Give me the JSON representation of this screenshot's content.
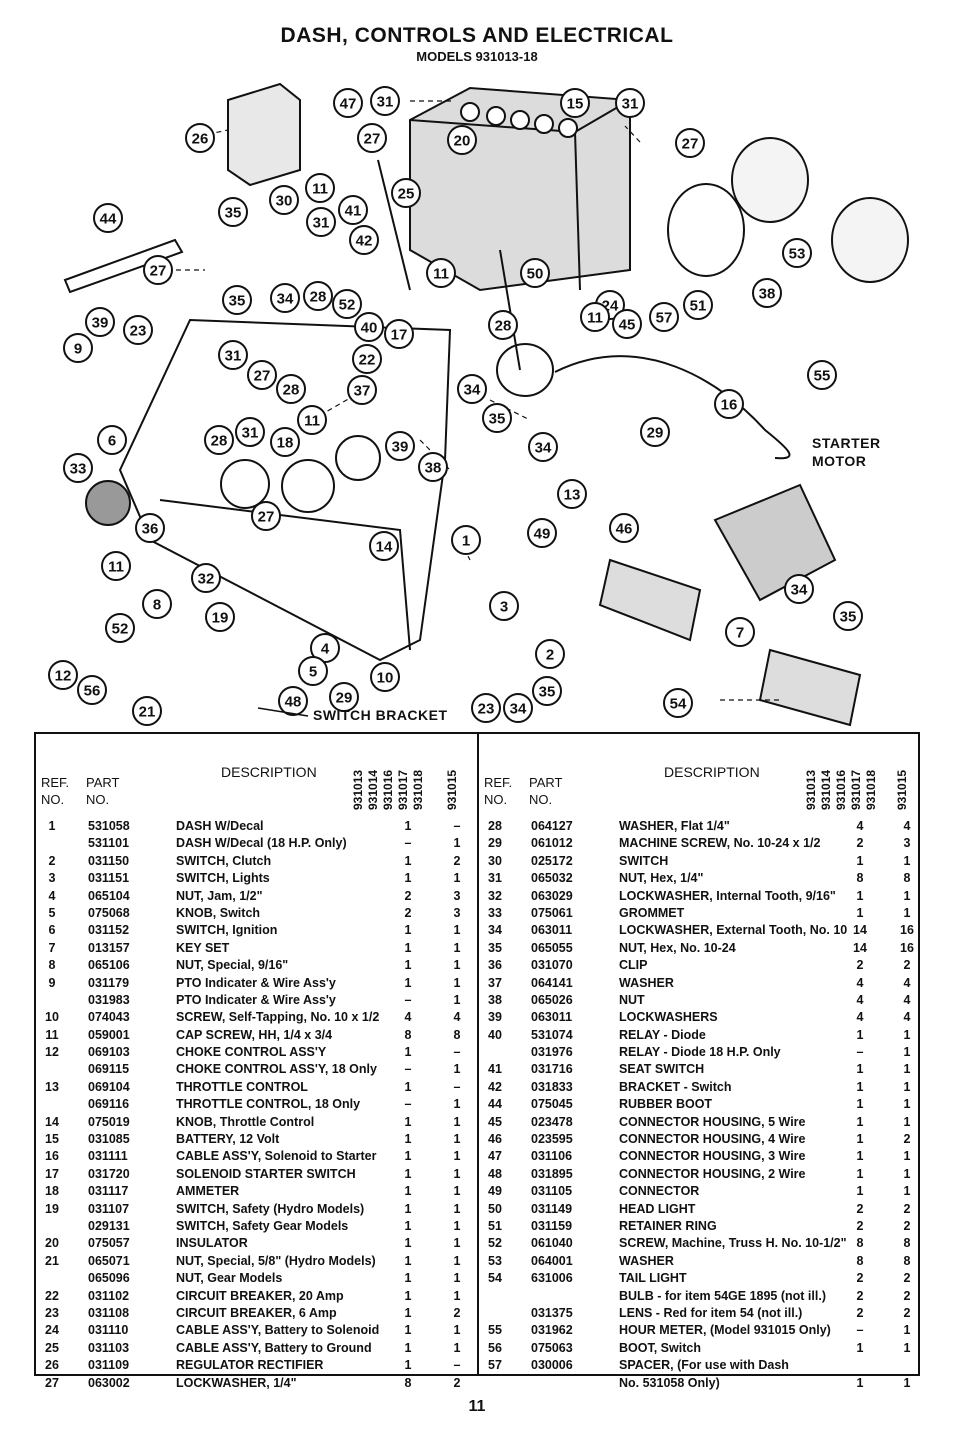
{
  "header": {
    "title": "DASH, CONTROLS AND ELECTRICAL",
    "subtitle": "MODELS 931013-18"
  },
  "diagram": {
    "labels": {
      "starter_motor_1": "STARTER",
      "starter_motor_2": "MOTOR",
      "switch_bracket": "SWITCH BRACKET"
    },
    "callouts": [
      "26",
      "47",
      "31",
      "15",
      "31",
      "27",
      "20",
      "11",
      "25",
      "27",
      "42",
      "30",
      "35",
      "31",
      "41",
      "44",
      "27",
      "24",
      "11",
      "50",
      "53",
      "51",
      "38",
      "35",
      "34",
      "28",
      "52",
      "57",
      "45",
      "39",
      "23",
      "40",
      "17",
      "28",
      "11",
      "9",
      "31",
      "22",
      "27",
      "28",
      "37",
      "34",
      "55",
      "11",
      "35",
      "16",
      "29",
      "28",
      "31",
      "18",
      "39",
      "38",
      "34",
      "6",
      "33",
      "13",
      "27",
      "36",
      "14",
      "1",
      "49",
      "46",
      "11",
      "32",
      "8",
      "34",
      "19",
      "3",
      "35",
      "52",
      "7",
      "4",
      "2",
      "12",
      "5",
      "10",
      "56",
      "29",
      "48",
      "23",
      "34",
      "35",
      "54",
      "21"
    ]
  },
  "table": {
    "headers": {
      "ref": "REF.",
      "no": "NO.",
      "part": "PART",
      "part_no": "NO.",
      "description": "DESCRIPTION"
    },
    "models": [
      "931013",
      "931014",
      "931016",
      "931017",
      "931018",
      "931015"
    ],
    "left_rows": [
      {
        "ref": "1",
        "part": "531058",
        "desc": "DASH W/Decal",
        "q1": "1",
        "q2": "–"
      },
      {
        "ref": "",
        "part": "531101",
        "desc": "DASH W/Decal (18 H.P. Only)",
        "q1": "–",
        "q2": "1"
      },
      {
        "ref": "2",
        "part": "031150",
        "desc": "SWITCH, Clutch",
        "q1": "1",
        "q2": "2"
      },
      {
        "ref": "3",
        "part": "031151",
        "desc": "SWITCH, Lights",
        "q1": "1",
        "q2": "1"
      },
      {
        "ref": "4",
        "part": "065104",
        "desc": "NUT, Jam, 1/2\"",
        "q1": "2",
        "q2": "3"
      },
      {
        "ref": "5",
        "part": "075068",
        "desc": "KNOB, Switch",
        "q1": "2",
        "q2": "3"
      },
      {
        "ref": "6",
        "part": "031152",
        "desc": "SWITCH, Ignition",
        "q1": "1",
        "q2": "1"
      },
      {
        "ref": "7",
        "part": "013157",
        "desc": "KEY SET",
        "q1": "1",
        "q2": "1"
      },
      {
        "ref": "8",
        "part": "065106",
        "desc": "NUT, Special, 9/16\"",
        "q1": "1",
        "q2": "1"
      },
      {
        "ref": "9",
        "part": "031179",
        "desc": "PTO Indicater & Wire Ass'y",
        "q1": "1",
        "q2": "1"
      },
      {
        "ref": "",
        "part": "031983",
        "desc": "PTO Indicater & Wire Ass'y",
        "q1": "–",
        "q2": "1"
      },
      {
        "ref": "10",
        "part": "074043",
        "desc": "SCREW, Self-Tapping, No. 10 x 1/2",
        "q1": "4",
        "q2": "4"
      },
      {
        "ref": "11",
        "part": "059001",
        "desc": "CAP SCREW, HH, 1/4 x 3/4",
        "q1": "8",
        "q2": "8"
      },
      {
        "ref": "12",
        "part": "069103",
        "desc": "CHOKE CONTROL ASS'Y",
        "q1": "1",
        "q2": "–"
      },
      {
        "ref": "",
        "part": "069115",
        "desc": "CHOKE CONTROL ASS'Y, 18 Only",
        "q1": "–",
        "q2": "1"
      },
      {
        "ref": "13",
        "part": "069104",
        "desc": "THROTTLE CONTROL",
        "q1": "1",
        "q2": "–"
      },
      {
        "ref": "",
        "part": "069116",
        "desc": "THROTTLE CONTROL, 18 Only",
        "q1": "–",
        "q2": "1"
      },
      {
        "ref": "14",
        "part": "075019",
        "desc": "KNOB, Throttle Control",
        "q1": "1",
        "q2": "1"
      },
      {
        "ref": "15",
        "part": "031085",
        "desc": "BATTERY, 12 Volt",
        "q1": "1",
        "q2": "1"
      },
      {
        "ref": "16",
        "part": "031111",
        "desc": "CABLE ASS'Y, Solenoid to Starter",
        "q1": "1",
        "q2": "1"
      },
      {
        "ref": "17",
        "part": "031720",
        "desc": "SOLENOID STARTER SWITCH",
        "q1": "1",
        "q2": "1"
      },
      {
        "ref": "18",
        "part": "031117",
        "desc": "AMMETER",
        "q1": "1",
        "q2": "1"
      },
      {
        "ref": "19",
        "part": "031107",
        "desc": "SWITCH, Safety (Hydro Models)",
        "q1": "1",
        "q2": "1"
      },
      {
        "ref": "",
        "part": "029131",
        "desc": "SWITCH, Safety Gear Models",
        "q1": "1",
        "q2": "1"
      },
      {
        "ref": "20",
        "part": "075057",
        "desc": "INSULATOR",
        "q1": "1",
        "q2": "1"
      },
      {
        "ref": "21",
        "part": "065071",
        "desc": "NUT, Special, 5/8\" (Hydro Models)",
        "q1": "1",
        "q2": "1"
      },
      {
        "ref": "",
        "part": "065096",
        "desc": "NUT, Gear Models",
        "q1": "1",
        "q2": "1"
      },
      {
        "ref": "22",
        "part": "031102",
        "desc": "CIRCUIT BREAKER, 20 Amp",
        "q1": "1",
        "q2": "1"
      },
      {
        "ref": "23",
        "part": "031108",
        "desc": "CIRCUIT BREAKER, 6 Amp",
        "q1": "1",
        "q2": "2"
      },
      {
        "ref": "24",
        "part": "031110",
        "desc": "CABLE ASS'Y, Battery to Solenoid",
        "q1": "1",
        "q2": "1"
      },
      {
        "ref": "25",
        "part": "031103",
        "desc": "CABLE ASS'Y, Battery to Ground",
        "q1": "1",
        "q2": "1"
      },
      {
        "ref": "26",
        "part": "031109",
        "desc": "REGULATOR RECTIFIER",
        "q1": "1",
        "q2": "–"
      },
      {
        "ref": "27",
        "part": "063002",
        "desc": "LOCKWASHER, 1/4\"",
        "q1": "8",
        "q2": "2"
      }
    ],
    "right_rows": [
      {
        "ref": "28",
        "part": "064127",
        "desc": "WASHER, Flat 1/4\"",
        "q1": "4",
        "q2": "4"
      },
      {
        "ref": "29",
        "part": "061012",
        "desc": "MACHINE SCREW, No. 10-24 x 1/2",
        "q1": "2",
        "q2": "3"
      },
      {
        "ref": "30",
        "part": "025172",
        "desc": "SWITCH",
        "q1": "1",
        "q2": "1"
      },
      {
        "ref": "31",
        "part": "065032",
        "desc": "NUT, Hex, 1/4\"",
        "q1": "8",
        "q2": "8"
      },
      {
        "ref": "32",
        "part": "063029",
        "desc": "LOCKWASHER, Internal Tooth, 9/16\"",
        "q1": "1",
        "q2": "1"
      },
      {
        "ref": "33",
        "part": "075061",
        "desc": "GROMMET",
        "q1": "1",
        "q2": "1"
      },
      {
        "ref": "34",
        "part": "063011",
        "desc": "LOCKWASHER, External Tooth, No. 10",
        "q1": "14",
        "q2": "16"
      },
      {
        "ref": "35",
        "part": "065055",
        "desc": "NUT, Hex, No. 10-24",
        "q1": "14",
        "q2": "16"
      },
      {
        "ref": "36",
        "part": "031070",
        "desc": "CLIP",
        "q1": "2",
        "q2": "2"
      },
      {
        "ref": "37",
        "part": "064141",
        "desc": "WASHER",
        "q1": "4",
        "q2": "4"
      },
      {
        "ref": "38",
        "part": "065026",
        "desc": "NUT",
        "q1": "4",
        "q2": "4"
      },
      {
        "ref": "39",
        "part": "063011",
        "desc": "LOCKWASHERS",
        "q1": "4",
        "q2": "4"
      },
      {
        "ref": "40",
        "part": "531074",
        "desc": "RELAY - Diode",
        "q1": "1",
        "q2": "1"
      },
      {
        "ref": "",
        "part": "031976",
        "desc": "RELAY - Diode 18 H.P. Only",
        "q1": "–",
        "q2": "1"
      },
      {
        "ref": "41",
        "part": "031716",
        "desc": "SEAT SWITCH",
        "q1": "1",
        "q2": "1"
      },
      {
        "ref": "42",
        "part": "031833",
        "desc": "BRACKET - Switch",
        "q1": "1",
        "q2": "1"
      },
      {
        "ref": "44",
        "part": "075045",
        "desc": "RUBBER BOOT",
        "q1": "1",
        "q2": "1"
      },
      {
        "ref": "45",
        "part": "023478",
        "desc": "CONNECTOR HOUSING, 5 Wire",
        "q1": "1",
        "q2": "1"
      },
      {
        "ref": "46",
        "part": "023595",
        "desc": "CONNECTOR HOUSING, 4 Wire",
        "q1": "1",
        "q2": "2"
      },
      {
        "ref": "47",
        "part": "031106",
        "desc": "CONNECTOR HOUSING, 3 Wire",
        "q1": "1",
        "q2": "1"
      },
      {
        "ref": "48",
        "part": "031895",
        "desc": "CONNECTOR HOUSING, 2 Wire",
        "q1": "1",
        "q2": "1"
      },
      {
        "ref": "49",
        "part": "031105",
        "desc": "CONNECTOR",
        "q1": "1",
        "q2": "1"
      },
      {
        "ref": "50",
        "part": "031149",
        "desc": "HEAD LIGHT",
        "q1": "2",
        "q2": "2"
      },
      {
        "ref": "51",
        "part": "031159",
        "desc": "RETAINER RING",
        "q1": "2",
        "q2": "2"
      },
      {
        "ref": "52",
        "part": "061040",
        "desc": "SCREW, Machine, Truss H. No. 10-1/2\"",
        "q1": "8",
        "q2": "8"
      },
      {
        "ref": "53",
        "part": "064001",
        "desc": "WASHER",
        "q1": "8",
        "q2": "8"
      },
      {
        "ref": "54",
        "part": "631006",
        "desc": "TAIL LIGHT",
        "q1": "2",
        "q2": "2"
      },
      {
        "ref": "",
        "part": "",
        "desc": "BULB - for item 54GE 1895 (not ill.)",
        "q1": "2",
        "q2": "2"
      },
      {
        "ref": "",
        "part": "031375",
        "desc": "LENS - Red for item 54 (not ill.)",
        "q1": "2",
        "q2": "2"
      },
      {
        "ref": "55",
        "part": "031962",
        "desc": "HOUR METER, (Model 931015 Only)",
        "q1": "–",
        "q2": "1"
      },
      {
        "ref": "56",
        "part": "075063",
        "desc": "BOOT, Switch",
        "q1": "1",
        "q2": "1"
      },
      {
        "ref": "57",
        "part": "030006",
        "desc": "SPACER, (For use with Dash",
        "q1": "",
        "q2": ""
      },
      {
        "ref": "",
        "part": "",
        "desc": "No. 531058 Only)",
        "q1": "1",
        "q2": "1"
      }
    ]
  },
  "footer": {
    "page_number": "11"
  }
}
